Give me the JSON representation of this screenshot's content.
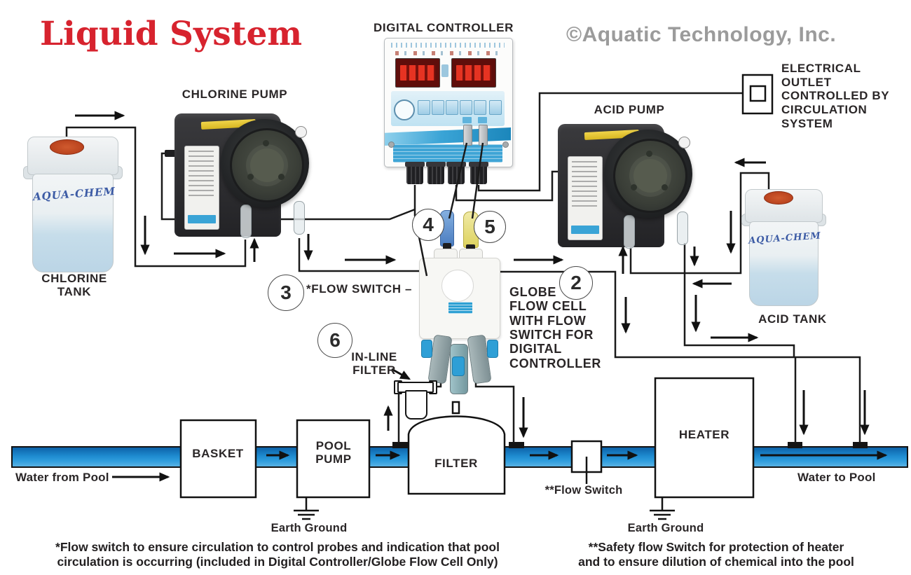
{
  "title": "Liquid System",
  "copyright": "©Aquatic Technology, Inc.",
  "colors": {
    "title_red": "#d7232e",
    "copyright_gray": "#9b9b9b",
    "pipe_blue": "#1e8bd0",
    "wire_black": "#1a1a1a",
    "probe_4_blue": "#5b8fd0",
    "probe_5_yellow": "#e8df7c",
    "controller_accent_blue": "#3aa4d6",
    "tank_cap_orange": "#b03a18"
  },
  "labels": {
    "digital_controller": "DIGITAL CONTROLLER",
    "chlorine_pump": "CHLORINE PUMP",
    "acid_pump": "ACID PUMP",
    "chlorine_tank": "CHLORINE\nTANK",
    "acid_tank": "ACID TANK",
    "electrical_outlet": "ELECTRICAL\nOUTLET\nCONTROLLED BY\nCIRCULATION\nSYSTEM",
    "flow_switch_callout": "*FLOW SWITCH –",
    "globe_flow_cell": "GLOBE\nFLOW CELL\nWITH FLOW\nSWITCH FOR\nDIGITAL\nCONTROLLER",
    "inline_filter": "IN-LINE\nFILTER",
    "basket": "BASKET",
    "pool_pump": "POOL\nPUMP",
    "filter": "FILTER",
    "pipe_flow_switch": "**Flow Switch",
    "heater": "HEATER",
    "water_from_pool": "Water from Pool",
    "water_to_pool": "Water to Pool",
    "earth_ground_pump": "Earth Ground",
    "earth_ground_heater": "Earth Ground",
    "tank_brand": "AQUA-CHEM"
  },
  "callout_numbers": {
    "n2": "2",
    "n3": "3",
    "n4": "4",
    "n5": "5",
    "n6": "6"
  },
  "footnotes": {
    "left": "*Flow switch to ensure circulation to control probes and indication that pool\ncirculation is occurring (included in Digital Controller/Globe Flow Cell Only)",
    "right": "**Safety flow Switch for protection of heater\nand to ensure dilution of chemical into the pool"
  }
}
